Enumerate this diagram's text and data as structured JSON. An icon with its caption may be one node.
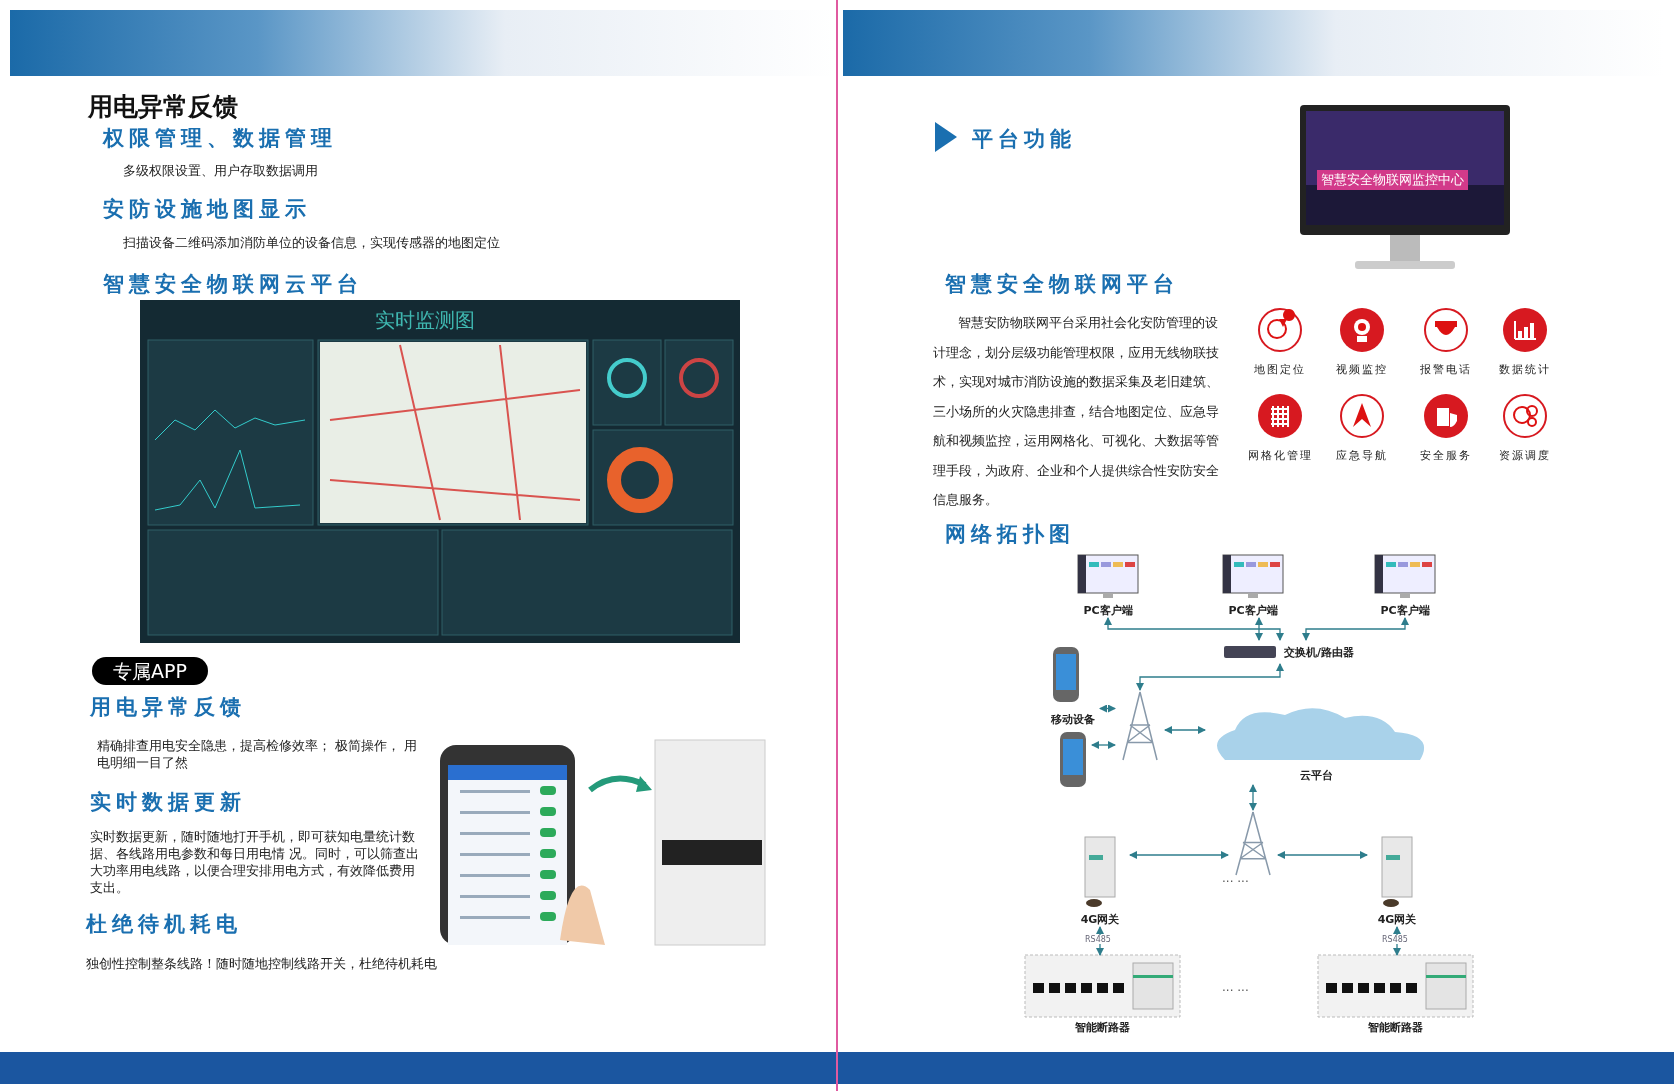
{
  "diagram": {
    "nodes": [
      {
        "text": [
          "PC客户端"
        ]
      },
      {
        "text": [
          "PC客户端"
        ]
      },
      {
        "text": [
          "PC客户端"
        ]
      },
      {
        "text": [
          "交换机/路由器"
        ]
      },
      {
        "text": [
          "移动设备"
        ]
      },
      {
        "text": [],
        "shape": "picture"
      },
      {
        "text": [],
        "shape": "picture"
      },
      {
        "text": [
          "云平台"
        ]
      },
      {
        "text": [],
        "shape": "picture"
      },
      {
        "text": [
          "4G网关"
        ]
      },
      {
        "text": [
          "4G网关"
        ]
      },
      {
        "text": [
          "智能断路器"
        ]
      },
      {
        "text": [
          "智能断路器"
        ]
      },
      {
        "text": [
          "专属APP"
        ]
      }
    ],
    "edges": [
      {
        "from": 3,
        "to": 0,
        "arrow": "both"
      },
      {
        "from": 3,
        "to": 1,
        "arrow": "both"
      },
      {
        "from": 3,
        "to": 2,
        "arrow": "both"
      },
      {
        "from": 3,
        "to": 6,
        "arrow": "both"
      },
      {
        "from": 4,
        "to": 6,
        "arrow": "both"
      },
      {
        "from": 5,
        "to": 6,
        "arrow": "both"
      },
      {
        "from": 6,
        "to": 7,
        "arrow": "both"
      },
      {
        "from": 7,
        "to": 8,
        "arrow": "both"
      },
      {
        "from": 8,
        "to": 9,
        "arrow": "both"
      },
      {
        "from": 8,
        "to": 10,
        "arrow": "both"
      },
      {
        "from": 9,
        "to": 11,
        "arrow": "both",
        "label": "RS485"
      },
      {
        "from": 10,
        "to": 12,
        "arrow": "both",
        "label": "RS485"
      }
    ],
    "labels": [
      "用电异常反馈",
      "权限管理、数据管理",
      "多级权限设置、用户存取数据调用",
      "安防设施地图显示",
      "扫描设备二维码添加消防单位的设备信息，实现传感器的地图定位",
      "智慧安全物联网云平台",
      "实时监测图",
      "用电异常反馈",
      "精确排查用电安全隐患，提高检修效率； 极简操作， 用电明细一目了然",
      "实时数据更新",
      "实时数据更新，随时随地打开手机，即可获知电量统计数据、各线路用电参数和每日用电情 况。同时，可以筛查出大功率用电线路，以便合理安排用电方式，有效降低费用支出。",
      "杜绝待机耗电",
      "独创性控制整条线路！随时随地控制线路开关，杜绝待机耗电",
      "平台功能",
      "智慧安全物联网监控中心",
      "智慧安全物联网平台",
      "智慧安防物联网平台采用社会化安防管理的设计理念，划分层级功能管理权限，应用无线物联技术，实现对城市消防设施的数据采集及老旧建筑、三小场所的火灾隐患排查，结合地图定位、应急导航和视频监控，运用网格化、可视化、大数据等管理手段，为政府、企业和个人提供综合性安防安全信息服务。",
      "地图定位",
      "视频监控",
      "报警电话",
      "数据统计",
      "网格化管理",
      "应急导航",
      "安全服务",
      "资源调度",
      "网络拓扑图",
      "··· ···",
      "··· ···"
    ]
  }
}
